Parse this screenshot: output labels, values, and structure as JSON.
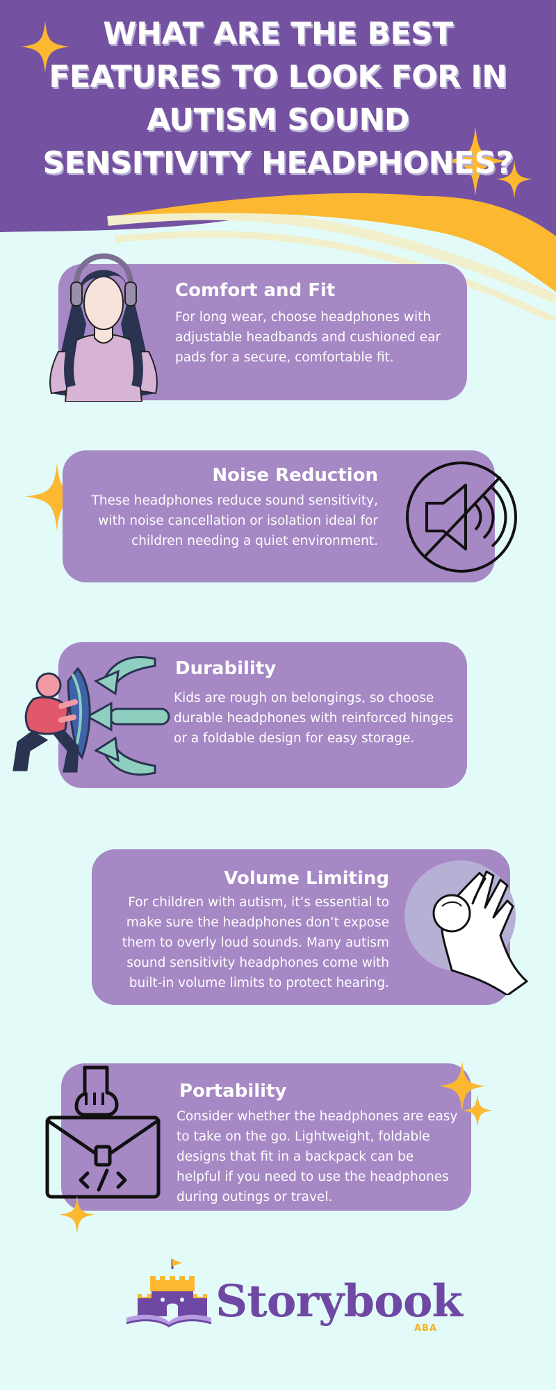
{
  "header": {
    "title": "WHAT ARE THE BEST FEATURES TO LOOK FOR IN AUTISM SOUND SENSITIVITY HEADPHONES?"
  },
  "colors": {
    "header_purple": "#7552a1",
    "card_purple": "#a688c5",
    "accent_yellow": "#fbb830",
    "background": "#e2fbf8",
    "logo_purple": "#6f48a4"
  },
  "features": [
    {
      "title": "Comfort and Fit",
      "body": "For long wear, choose headphones with adjustable headbands and cushioned ear pads for a secure, comfortable fit.",
      "icon": "girl-with-headphones-illustration"
    },
    {
      "title": "Noise Reduction",
      "body": "These headphones reduce sound sensitivity, with noise cancellation or isolation ideal for children needing a quiet environment.",
      "icon": "muted-speaker-icon"
    },
    {
      "title": "Durability",
      "body": "Kids are rough on belongings, so choose durable headphones with reinforced hinges or a foldable design for easy storage.",
      "icon": "person-with-shield-illustration"
    },
    {
      "title": "Volume Limiting",
      "body": "For children with autism, it’s essential to make sure the headphones don’t expose them to overly loud sounds. Many autism sound sensitivity headphones come with built-in volume limits to protect hearing.",
      "icon": "hand-turning-knob-illustration"
    },
    {
      "title": "Portability",
      "body": "Consider whether the headphones are easy to take on the go. Lightweight, foldable designs that fit in a backpack can be helpful if you need to use the headphones during outings or travel.",
      "icon": "hand-holding-briefcase-icon"
    }
  ],
  "logo": {
    "name": "Storybook",
    "sub": "ABA",
    "icon": "castle-on-book-icon"
  }
}
